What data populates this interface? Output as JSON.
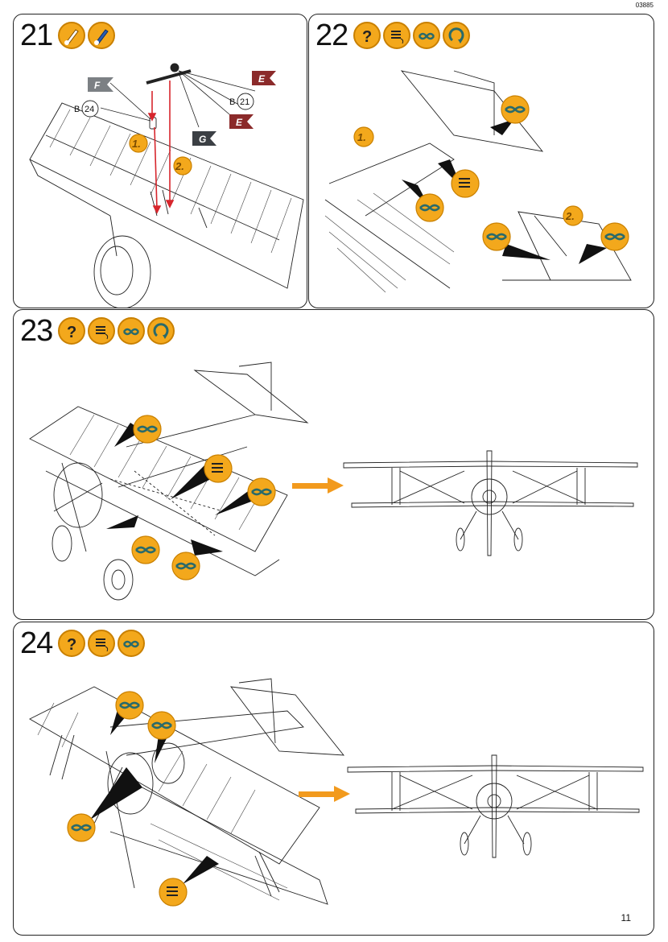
{
  "document": {
    "code": "03885",
    "page_number": "11"
  },
  "icon_names": {
    "brush": "paint-brush-icon",
    "question": "question-icon",
    "thread": "rigging-thread-icon",
    "glue_knot": "glue-knot-icon",
    "rotate": "rotate-arrow-icon"
  },
  "colors": {
    "icon_fill": "#f3a81c",
    "arrow_red": "#d7262d",
    "arrow_orange": "#f29a1d",
    "flag_grey": "#7c8084",
    "flag_dark": "#3b3f44",
    "flag_red": "#8b2a2a"
  },
  "steps": [
    {
      "number": "21",
      "flags": {
        "f": "F",
        "e1": "E",
        "e2": "E",
        "g": "G"
      },
      "part_refs": {
        "b24_prefix": "B",
        "b24_num": "24",
        "b21_prefix": "B",
        "b21_num": "21"
      },
      "sub_steps": [
        "1.",
        "2."
      ]
    },
    {
      "number": "22",
      "sub_steps": [
        "1.",
        "2."
      ]
    },
    {
      "number": "23"
    },
    {
      "number": "24"
    }
  ]
}
